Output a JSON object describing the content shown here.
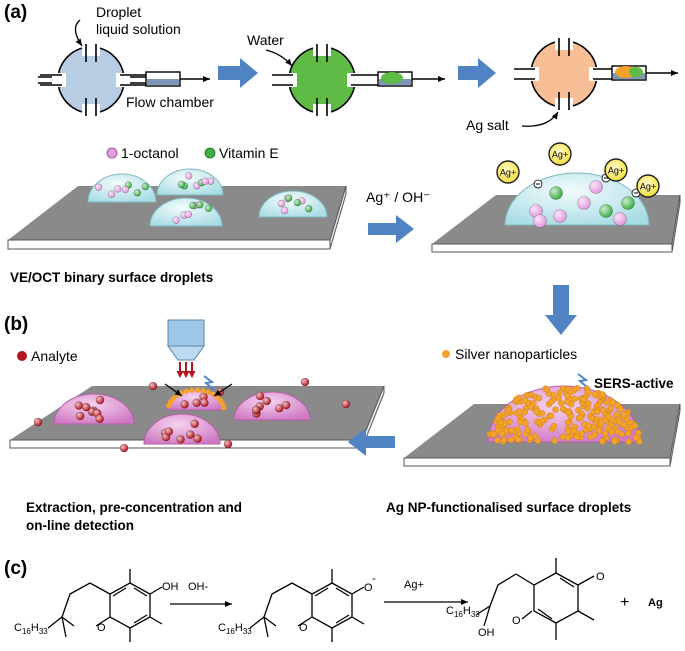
{
  "panels": {
    "a": "(a)",
    "b": "(b)",
    "c": "(c)"
  },
  "flow": {
    "droplet_label_line1": "Droplet",
    "droplet_label_line2": "liquid solution",
    "flow_chamber": "Flow chamber",
    "water": "Water",
    "ag_salt": "Ag salt"
  },
  "legend_a": {
    "octanol": "1-octanol",
    "vitamin_e": "Vitamin E"
  },
  "reaction_arrow": "Ag⁺ / OH⁻",
  "ion_label": "Ag+",
  "captions": {
    "binary_droplets": "VE/OCT binary surface droplets",
    "ag_np_droplets": "Ag NP-functionalised surface droplets",
    "extraction_line1": "Extraction, pre-concentration and",
    "extraction_line2": "on-line detection"
  },
  "legend_b": {
    "analyte": "Analyte",
    "silver_np": "Silver nanoparticles",
    "sers": "SERS-active"
  },
  "chemistry": {
    "oh_group": "OH",
    "reagent1": "OH-",
    "oxide": "O",
    "oxide_charge": "-",
    "reagent2": "Ag+",
    "sidechain_c": "C",
    "sidechain_sub1": "16",
    "sidechain_h": "H",
    "sidechain_sub2": "33",
    "ring_o": "O",
    "quinone_o": "O",
    "quinone_oh": "OH",
    "plus": "+",
    "product_ag": "Ag"
  },
  "colors": {
    "blue_chamber": "#b8cce4",
    "green_chamber": "#5dbb46",
    "orange_chamber": "#f8bf96",
    "droplet_cyan": "#cdeef2",
    "droplet_pink": "#e7a6dc",
    "octanol_pink": "#e49be0",
    "vitamin_green": "#3db044",
    "analyte_red": "#b3151f",
    "silver_orange": "#f4a32a",
    "arrow_blue": "#4f83c4",
    "substrate_grey": "#8a8a8a"
  }
}
